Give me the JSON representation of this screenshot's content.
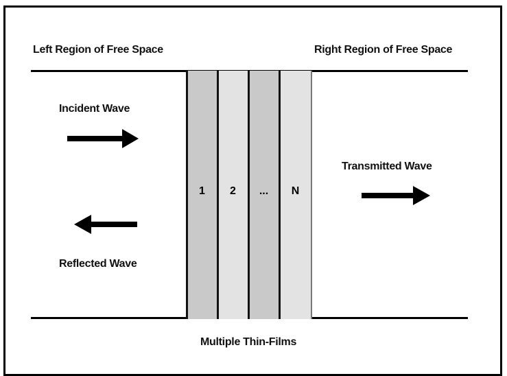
{
  "labels": {
    "left_region": "Left Region of Free Space",
    "right_region": "Right Region of Free Space",
    "incident": "Incident Wave",
    "reflected": "Reflected Wave",
    "transmitted": "Transmitted Wave",
    "films_caption": "Multiple Thin-Films"
  },
  "films": [
    "1",
    "2",
    "...",
    "N"
  ],
  "colors": {
    "film_dark": "#c9c9c9",
    "film_light": "#e3e3e3",
    "line": "#000000"
  }
}
